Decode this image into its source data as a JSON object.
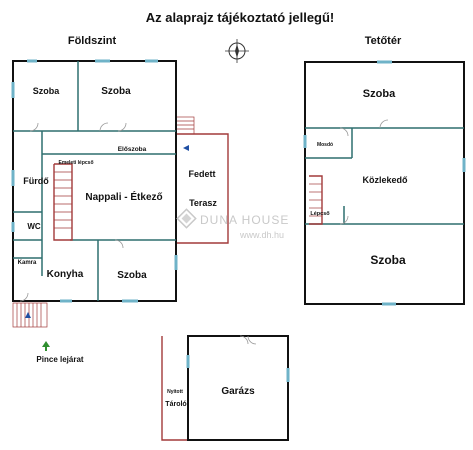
{
  "title": "Az alaprajz tájékoztató jellegű!",
  "ground_floor": {
    "heading": "Földszint",
    "rooms": {
      "szoba_tl": "Szoba",
      "szoba_tr": "Szoba",
      "eloszoba": "Előszoba",
      "emeleti_lepcso": "Emeleti lépcső",
      "furdo": "Fürdő",
      "nappali": "Nappali - Étkező",
      "wc": "WC",
      "kamra": "Kamra",
      "konyha": "Konyha",
      "szoba_br": "Szoba",
      "fedett": "Fedett",
      "terasz": "Terasz"
    },
    "pince": "Pince lejárat"
  },
  "attic": {
    "heading": "Tetőtér",
    "rooms": {
      "szoba_top": "Szoba",
      "mosdo": "Mosdó",
      "kozlekedo": "Közlekedő",
      "lepcso": "Lépcső",
      "szoba_bottom": "Szoba"
    }
  },
  "outbuildings": {
    "nyitott": "Nyitott",
    "tarolo": "Tároló",
    "garazs": "Garázs"
  },
  "watermark": {
    "brand": "DUNA HOUSE",
    "url": "www.dh.hu"
  },
  "colors": {
    "walls": "#111111",
    "inner_walls": "#2e6f6f",
    "windows": "#6fb3c8",
    "stairs_terrace": "#a23a3a",
    "entrance_arrow": "#1f4fa3",
    "cellar_arrow": "#2f8f2f"
  },
  "icons": [
    "compass-icon",
    "entrance-arrow-icon",
    "cellar-arrow-icon",
    "duna-house-logo-icon"
  ]
}
